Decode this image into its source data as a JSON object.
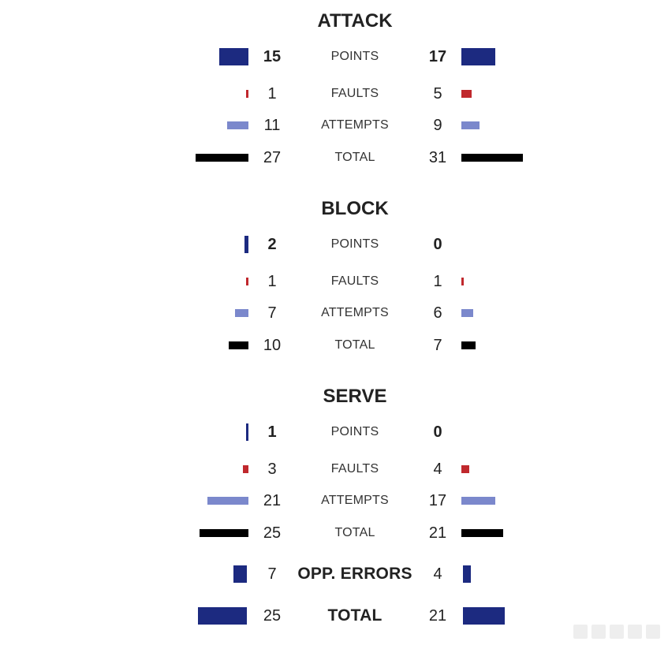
{
  "colors": {
    "points": "#1c2a80",
    "faults": "#c0282d",
    "attempts": "#7b88cc",
    "total": "#000000"
  },
  "chart_data": {
    "type": "bar",
    "sections": [
      {
        "title": "ATTACK",
        "rows": [
          {
            "label": "POINTS",
            "home": 15,
            "away": 17,
            "kind": "points"
          },
          {
            "label": "FAULTS",
            "home": 1,
            "away": 5,
            "kind": "faults"
          },
          {
            "label": "ATTEMPTS",
            "home": 11,
            "away": 9,
            "kind": "attempts"
          },
          {
            "label": "TOTAL",
            "home": 27,
            "away": 31,
            "kind": "total"
          }
        ]
      },
      {
        "title": "BLOCK",
        "rows": [
          {
            "label": "POINTS",
            "home": 2,
            "away": 0,
            "kind": "points"
          },
          {
            "label": "FAULTS",
            "home": 1,
            "away": 1,
            "kind": "faults"
          },
          {
            "label": "ATTEMPTS",
            "home": 7,
            "away": 6,
            "kind": "attempts"
          },
          {
            "label": "TOTAL",
            "home": 10,
            "away": 7,
            "kind": "total"
          }
        ]
      },
      {
        "title": "SERVE",
        "rows": [
          {
            "label": "POINTS",
            "home": 1,
            "away": 0,
            "kind": "points"
          },
          {
            "label": "FAULTS",
            "home": 3,
            "away": 4,
            "kind": "faults"
          },
          {
            "label": "ATTEMPTS",
            "home": 21,
            "away": 17,
            "kind": "attempts"
          },
          {
            "label": "TOTAL",
            "home": 25,
            "away": 21,
            "kind": "total"
          }
        ]
      }
    ],
    "summary": [
      {
        "label": "OPP. ERRORS",
        "home": 7,
        "away": 4,
        "kind": "points"
      },
      {
        "label": "TOTAL",
        "home": 25,
        "away": 21,
        "kind": "points"
      }
    ]
  }
}
